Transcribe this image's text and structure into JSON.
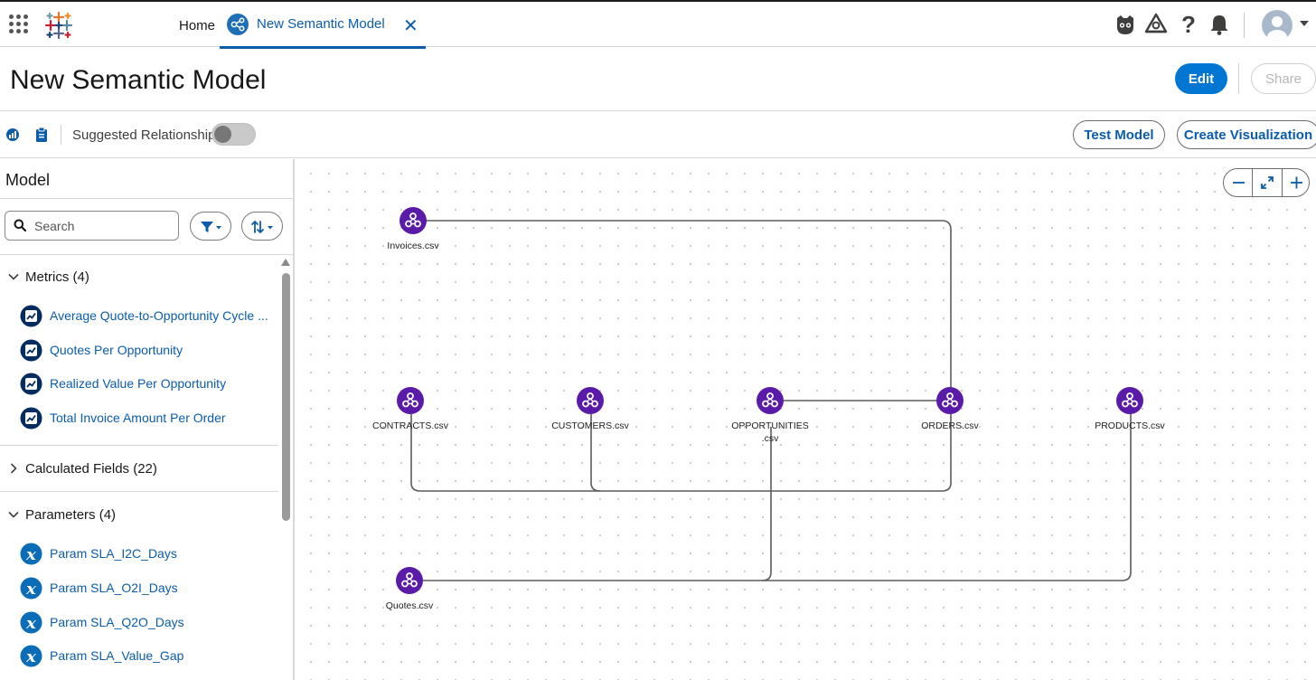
{
  "nav": {
    "home_tab": "Home",
    "active_tab": "New Semantic Model",
    "icons": [
      "app-launcher-icon",
      "tableau-logo",
      "agent-icon",
      "setup-icon",
      "help-icon",
      "notification-bell-icon",
      "user-avatar"
    ]
  },
  "header": {
    "title": "New Semantic Model",
    "edit_label": "Edit",
    "share_label": "Share"
  },
  "toolbar": {
    "suggested_relationships_label": "Suggested Relationships",
    "suggested_relationships_on": false,
    "test_model_label": "Test Model",
    "create_visualization_label": "Create Visualization"
  },
  "panel": {
    "title": "Model",
    "search_placeholder": "Search",
    "metrics": {
      "label": "Metrics (4)",
      "items": [
        "Average Quote-to-Opportunity Cycle ...",
        "Quotes Per Opportunity",
        "Realized Value Per Opportunity",
        "Total Invoice Amount Per Order"
      ]
    },
    "calculated_fields": {
      "label": "Calculated Fields (22)"
    },
    "parameters": {
      "label": "Parameters (4)",
      "items": [
        "Param SLA_I2C_Days",
        "Param SLA_O2I_Days",
        "Param SLA_Q2O_Days",
        "Param SLA_Value_Gap"
      ]
    }
  },
  "canvas": {
    "nodes": [
      {
        "id": "invoices",
        "label": "Invoices.csv"
      },
      {
        "id": "contracts",
        "label": "CONTRACTS.csv"
      },
      {
        "id": "customers",
        "label": "CUSTOMERS.csv"
      },
      {
        "id": "opportunities",
        "label": "OPPORTUNITIES\n.csv"
      },
      {
        "id": "orders",
        "label": "ORDERS.csv"
      },
      {
        "id": "products",
        "label": "PRODUCTS.csv"
      },
      {
        "id": "quotes",
        "label": "Quotes.csv"
      }
    ],
    "relationships": [
      [
        "invoices",
        "orders"
      ],
      [
        "opportunities",
        "orders"
      ],
      [
        "contracts",
        "orders"
      ],
      [
        "customers",
        "orders"
      ],
      [
        "opportunities",
        "quotes"
      ],
      [
        "products",
        "quotes"
      ]
    ]
  },
  "colors": {
    "brand_blue": "#0176d3",
    "link_blue": "#0b5cab",
    "node_purple": "#5a1ba9"
  }
}
